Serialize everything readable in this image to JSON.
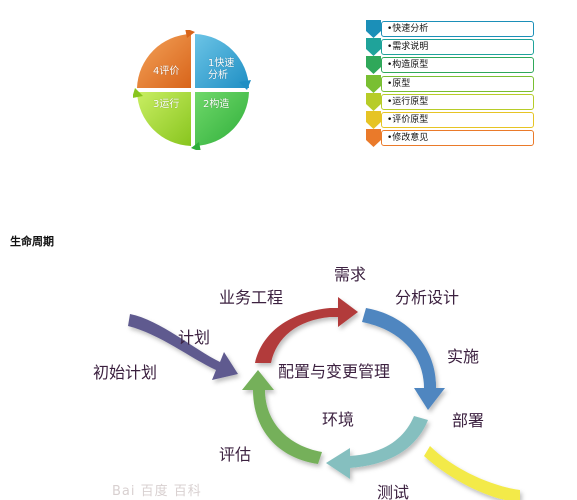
{
  "quadrant": {
    "q1": "1快速\n分析",
    "q2": "2构造",
    "q3": "3运行",
    "q4": "4评价"
  },
  "steps": [
    {
      "label": "•快速分析",
      "color": "#1b8fb8"
    },
    {
      "label": "•需求说明",
      "color": "#1fa39a"
    },
    {
      "label": "•构造原型",
      "color": "#2fa85a"
    },
    {
      "label": "•原型",
      "color": "#79bf32"
    },
    {
      "label": "•运行原型",
      "color": "#b7cc28"
    },
    {
      "label": "•评价原型",
      "color": "#e6c424"
    },
    {
      "label": "•修改意见",
      "color": "#ea7a2a"
    }
  ],
  "section_title": "生命周期",
  "cycle": {
    "center": "配置与变更管理",
    "inner": "环境",
    "labels": {
      "requirements": "需求",
      "analysis_design": "分析设计",
      "implementation": "实施",
      "deployment": "部署",
      "testing": "测试",
      "evaluation": "评估",
      "business_engineering": "业务工程",
      "plan": "计划",
      "initial_plan": "初始计划"
    }
  },
  "watermark": "Bai 百度 百科"
}
